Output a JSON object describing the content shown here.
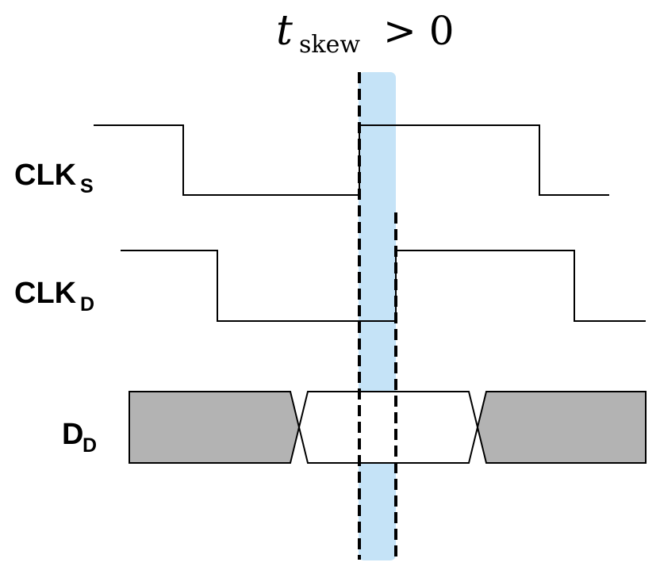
{
  "title": {
    "t": "t",
    "subscript": "skew",
    "relation": "> 0"
  },
  "signals": [
    {
      "id": "clk-s",
      "label": "CLK",
      "subscript": "S"
    },
    {
      "id": "clk-d",
      "label": "CLK",
      "subscript": "D"
    },
    {
      "id": "d-d",
      "label": "D",
      "subscript": "D"
    }
  ],
  "colors": {
    "skew_band": "#c5e3f7",
    "data_invalid": "#b3b3b3",
    "line": "#000000"
  }
}
